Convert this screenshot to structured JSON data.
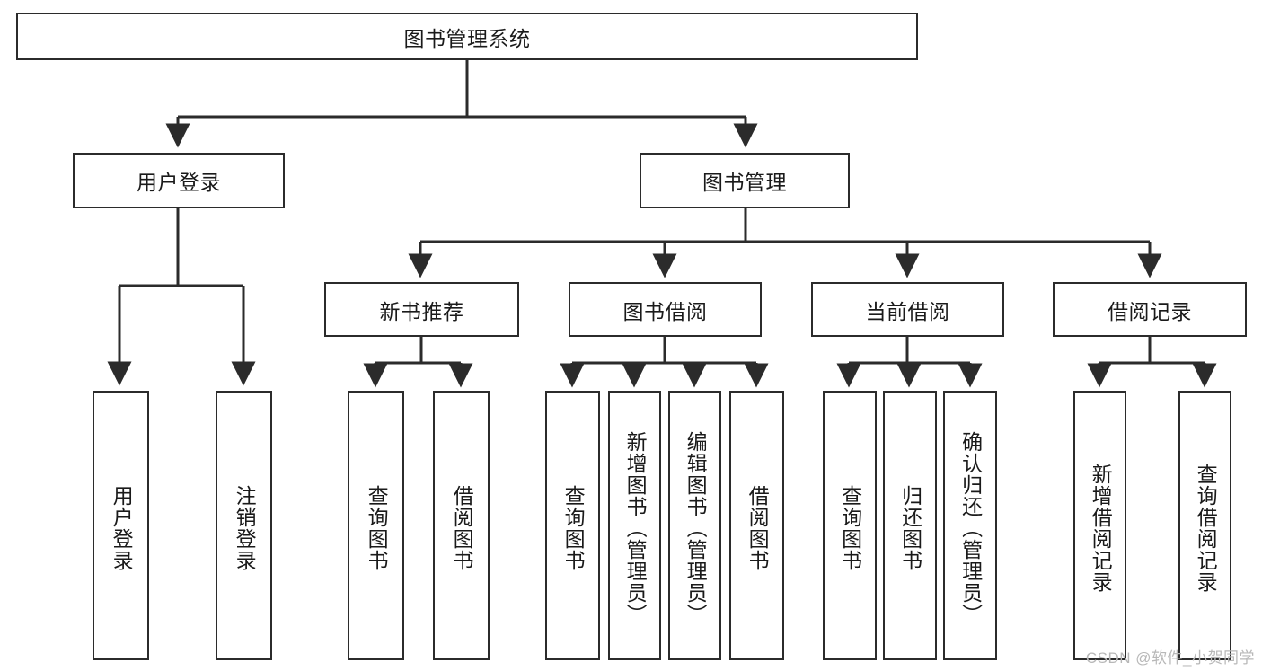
{
  "diagram": {
    "title": "图书管理系统",
    "type": "tree-hierarchy",
    "root": {
      "label": "图书管理系统"
    },
    "level2": [
      {
        "label": "用户登录"
      },
      {
        "label": "图书管理"
      }
    ],
    "level3": [
      {
        "label": "新书推荐"
      },
      {
        "label": "图书借阅"
      },
      {
        "label": "当前借阅"
      },
      {
        "label": "借阅记录"
      }
    ],
    "leaves": {
      "user_login": [
        {
          "label": "用户登录"
        },
        {
          "label": "注销登录"
        }
      ],
      "new_book_recommend": [
        {
          "label": "查询图书"
        },
        {
          "label": "借阅图书"
        }
      ],
      "book_borrow": [
        {
          "label": "查询图书"
        },
        {
          "label": "新增图书（管理员）"
        },
        {
          "label": "编辑图书（管理员）"
        },
        {
          "label": "借阅图书"
        }
      ],
      "current_borrow": [
        {
          "label": "查询图书"
        },
        {
          "label": "归还图书"
        },
        {
          "label": "确认归还（管理员）"
        }
      ],
      "borrow_record": [
        {
          "label": "新增借阅记录"
        },
        {
          "label": "查询借阅记录"
        }
      ]
    }
  },
  "watermark": {
    "text": "CSDN @软件_小贺同学"
  },
  "colors": {
    "stroke": "#2b2b2b",
    "background": "#ffffff",
    "text": "#1a1a1a",
    "watermark": "#b8b8b8"
  }
}
